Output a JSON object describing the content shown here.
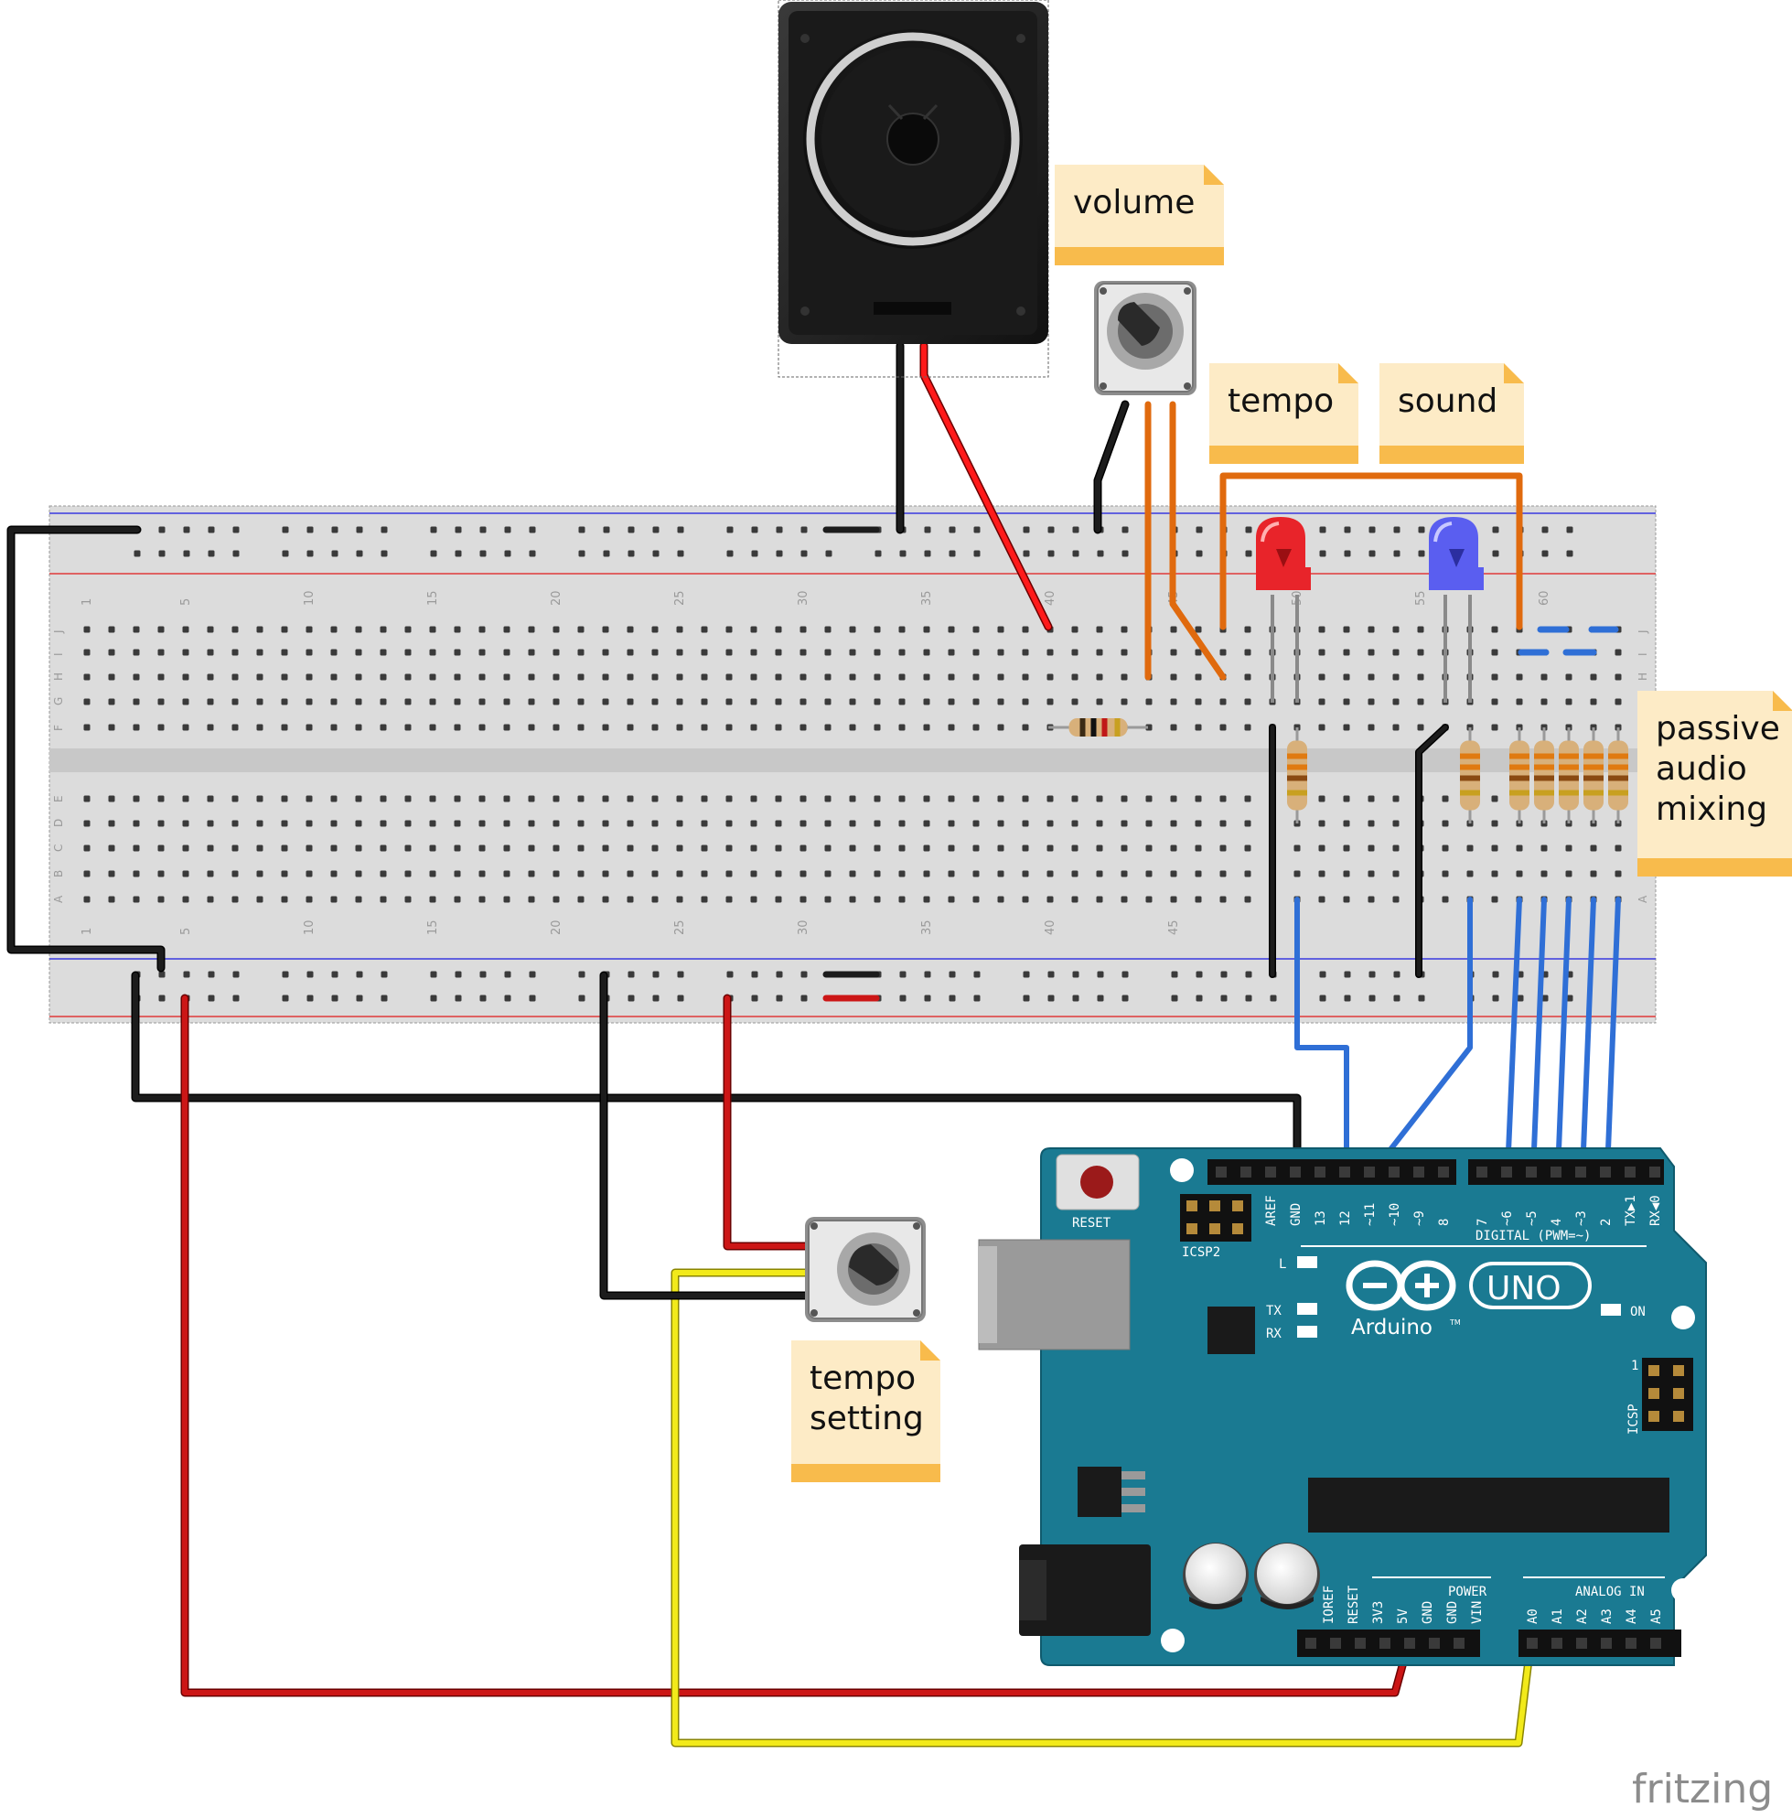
{
  "notes": {
    "volume": [
      "volume"
    ],
    "tempo": [
      "tempo"
    ],
    "sound": [
      "sound"
    ],
    "passive_mixing": [
      "passive",
      "audio",
      "mixing"
    ],
    "tempo_setting": [
      "tempo",
      "setting"
    ]
  },
  "breadboard": {
    "column_numbers": [
      "1",
      "5",
      "10",
      "15",
      "20",
      "25",
      "30",
      "35",
      "40",
      "45",
      "50",
      "55",
      "60"
    ],
    "row_letters_top": [
      "J",
      "I",
      "H",
      "G",
      "F"
    ],
    "row_letters_bottom": [
      "E",
      "D",
      "C",
      "B",
      "A"
    ]
  },
  "arduino": {
    "reset_label": "RESET",
    "icsp2_label": "ICSP2",
    "icsp_label": "ICSP",
    "icsp_pin1": "1",
    "digital_title": "DIGITAL (PWM=~)",
    "digital_pins": [
      "AREF",
      "GND",
      "13",
      "12",
      "~11",
      "~10",
      "~9",
      "8",
      "7",
      "~6",
      "~5",
      "4",
      "~3",
      "2",
      "TX▶1",
      "RX◀0"
    ],
    "l_label": "L",
    "tx_label": "TX",
    "rx_label": "RX",
    "on_label": "ON",
    "logo_text": "Arduino",
    "logo_tm": "TM",
    "uno_label": "UNO",
    "power_title": "POWER",
    "power_pins": [
      "IOREF",
      "RESET",
      "3V3",
      "5V",
      "GND",
      "GND",
      "VIN"
    ],
    "analog_title": "ANALOG IN",
    "analog_pins": [
      "A0",
      "A1",
      "A2",
      "A3",
      "A4",
      "A5"
    ]
  },
  "watermark": "fritzing",
  "colors": {
    "board": "#1a7a92",
    "wire_black": "#1c1c1c",
    "wire_red": "#cc1616",
    "wire_orange": "#e06a0e",
    "wire_blue": "#2f6fd6",
    "wire_yellow": "#f2ea1a",
    "note_body": "#fdebc6",
    "note_band": "#f8bb4c",
    "led_red": "#e8242a",
    "led_blue": "#5a5ef0"
  }
}
